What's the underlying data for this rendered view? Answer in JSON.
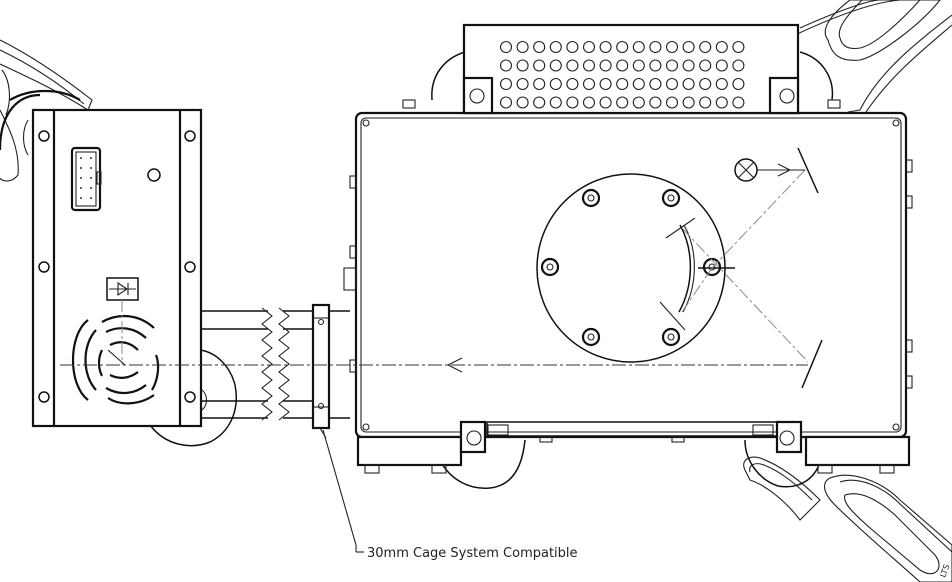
{
  "diagram": {
    "title": "Mechanical drawing: light source module with 30mm cage system and optical mount",
    "annotations": [
      {
        "id": "cage-callout",
        "text": "30mm Cage System Compatible"
      }
    ],
    "edge_text": "LTS",
    "components": {
      "left_module": {
        "name": "Light source module",
        "features": [
          "10-pin connector",
          "LED indicator (diode symbol)",
          "Fan vent grille",
          "Mounting screws"
        ]
      },
      "cage_rods": {
        "name": "Cage rods (truncated)",
        "count": 2
      },
      "cage_plate": {
        "name": "Cage plate adapter"
      },
      "main_housing": {
        "name": "Main housing",
        "features": [
          "Top ventilation grille",
          "Rotary stage with 6 bolts",
          "Curved grating / mirror",
          "Lamp source (crossed circle)",
          "Two fold mirrors"
        ]
      },
      "mount_arms": {
        "name": "Mounting arms (slotted)",
        "count": 4
      }
    },
    "grille": {
      "rows": 4,
      "columns": 15
    }
  }
}
